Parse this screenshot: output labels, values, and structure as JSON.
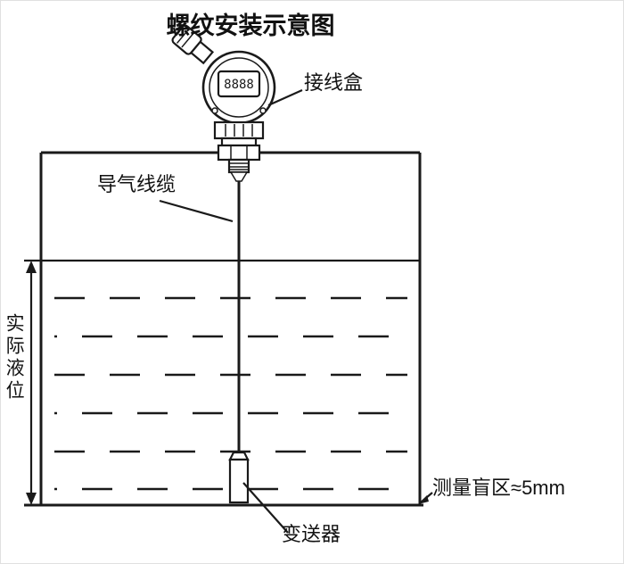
{
  "title": "螺纹安装示意图",
  "labels": {
    "junction_box": "接线盒",
    "air_cable": "导气线缆",
    "actual_level": "实际液位",
    "blind_zone": "测量盲区≈5mm",
    "transmitter": "变送器"
  },
  "device": {
    "display_digits": "8888"
  },
  "colors": {
    "line": "#1a1a1a",
    "background": "#ffffff"
  }
}
